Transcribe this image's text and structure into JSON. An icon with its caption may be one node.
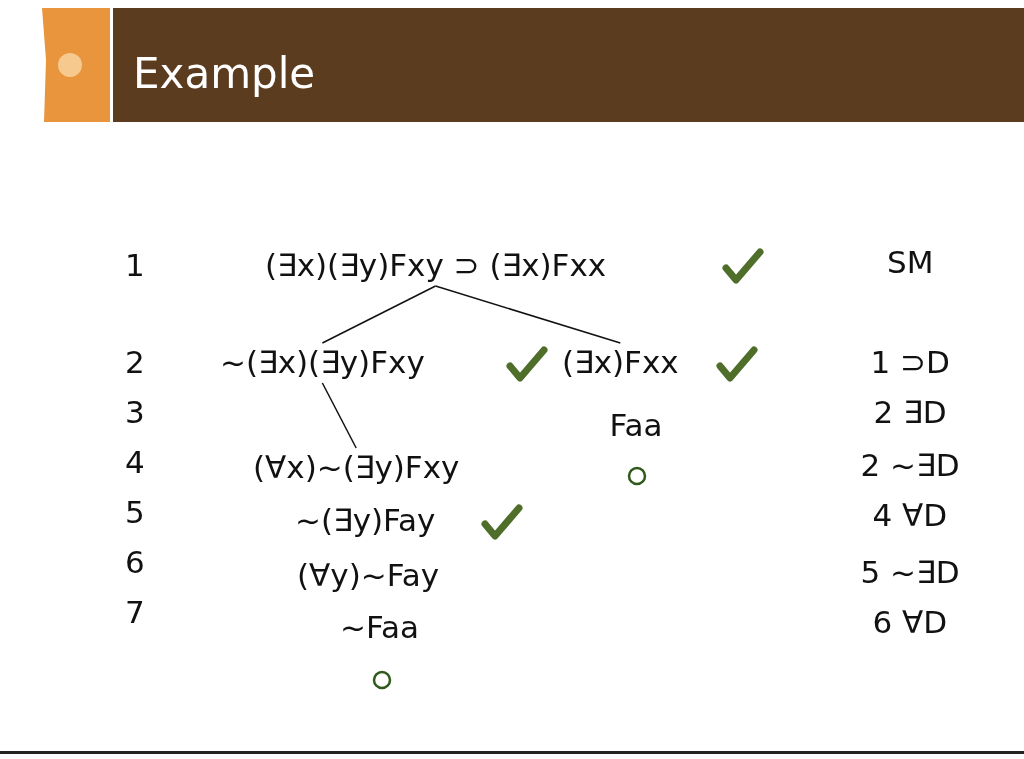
{
  "diagram": {
    "title": "Example",
    "nodes": [
      {
        "text": [
          "(∃x)(∃y)Fxy ⊃ (∃x)Fxx"
        ]
      },
      {
        "text": [
          "~(∃x)(∃y)Fxy"
        ]
      },
      {
        "text": [
          "(∃x)Fxx"
        ]
      },
      {
        "text": [
          "(∀x)~(∃y)Fxy"
        ]
      }
    ],
    "edges": [
      {
        "from": 0,
        "to": 1,
        "arrow": "none"
      },
      {
        "from": 0,
        "to": 2,
        "arrow": "none"
      },
      {
        "from": 1,
        "to": 3,
        "arrow": "none"
      }
    ],
    "labels": [
      "1",
      "SM",
      "2",
      "1 ⊃D",
      "3",
      "Faa",
      "2 ∃D",
      "4",
      "2 ~∃D",
      "5",
      "~(∃y)Fay",
      "4 ∀D",
      "6",
      "(∀y)~Fay",
      "5 ~∃D",
      "7",
      "~Faa",
      "6 ∀D"
    ]
  }
}
